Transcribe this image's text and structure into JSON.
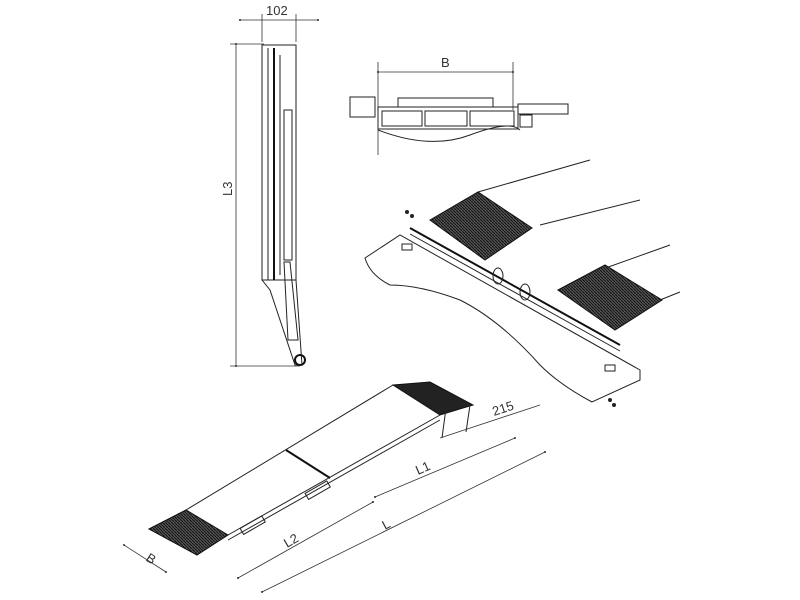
{
  "drawing": {
    "folded_view": {
      "width_label": "102",
      "height_label": "L3"
    },
    "end_view": {
      "width_label": "B"
    },
    "ramp_view": {
      "width_label": "B",
      "short_length_label": "L2",
      "total_length_label": "L",
      "upper_length_label": "L1",
      "lip_label": "215"
    }
  },
  "colors": {
    "line": "#222222",
    "pad": "#333333",
    "background": "#ffffff"
  }
}
